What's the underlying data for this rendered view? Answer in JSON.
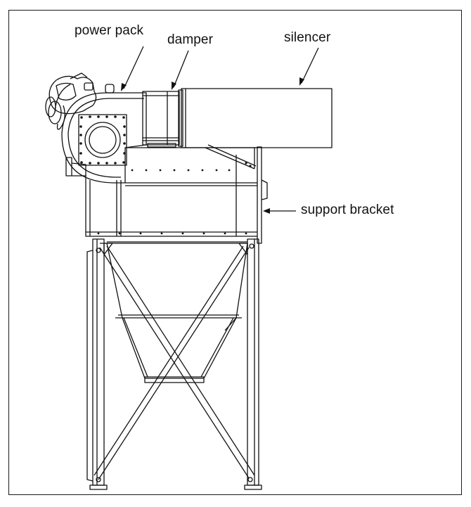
{
  "figure": {
    "labels": {
      "power_pack": "power pack",
      "damper": "damper",
      "silencer": "silencer",
      "support_bracket": "support bracket"
    },
    "colors": {
      "line": "#111111",
      "background": "#ffffff"
    }
  }
}
